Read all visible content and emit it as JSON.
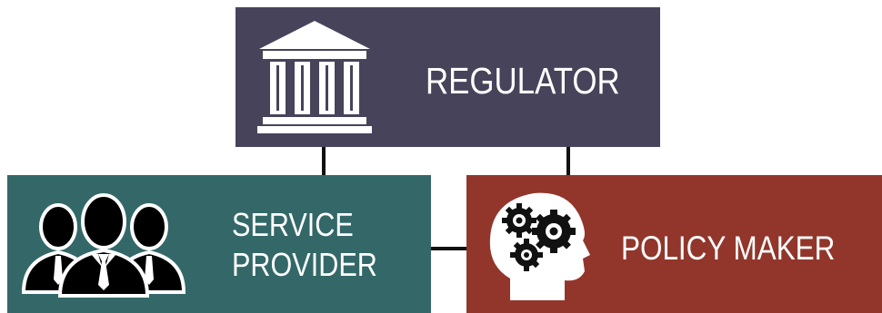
{
  "colors": {
    "regulator": "#47435a",
    "service_provider": "#346868",
    "policy_maker": "#92362b",
    "connector": "#111111",
    "text": "#ffffff"
  },
  "nodes": {
    "regulator": {
      "label": "REGULATOR",
      "icon": "bank-building-icon"
    },
    "service_provider": {
      "label_line1": "SERVICE",
      "label_line2": "PROVIDER",
      "icon": "people-group-icon"
    },
    "policy_maker": {
      "label": "POLICY MAKER",
      "icon": "head-gears-icon"
    }
  }
}
